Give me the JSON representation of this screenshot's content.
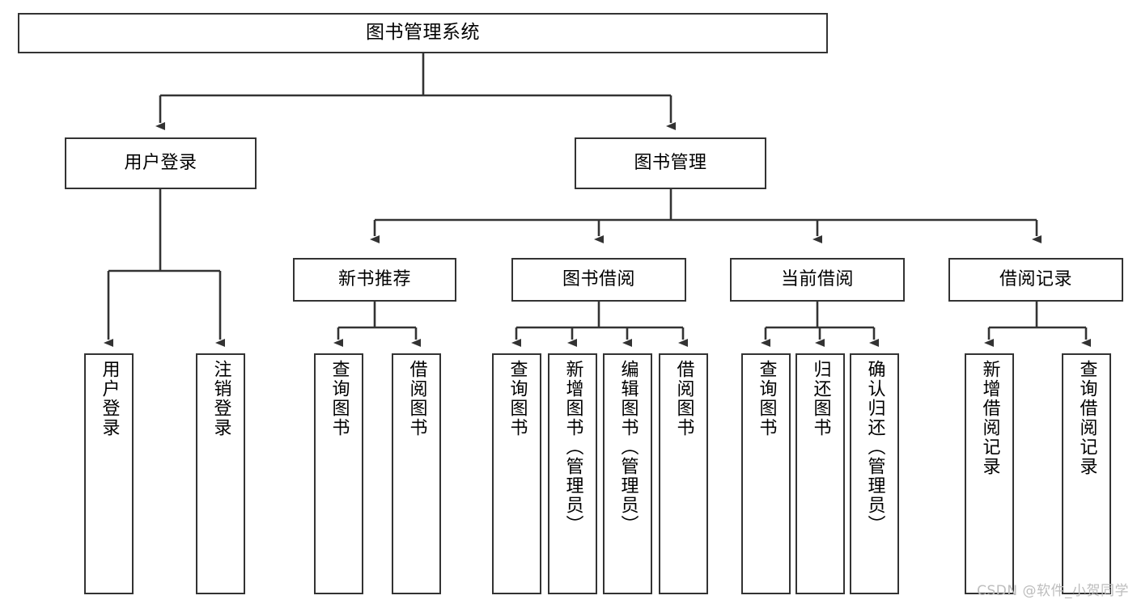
{
  "diagram": {
    "type": "tree-hierarchy",
    "title": "图书管理系统",
    "watermark": "CSDN @软件_小贺同学",
    "colors": {
      "background": "#ffffff",
      "box_border": "#333333",
      "box_fill": "#ffffff",
      "edge": "#333333",
      "text": "#000000",
      "watermark": "#bdbdbd"
    },
    "levels": [
      {
        "level": 1,
        "nodes": [
          {
            "id": "root",
            "label": "图书管理系统",
            "orientation": "horizontal"
          }
        ]
      },
      {
        "level": 2,
        "nodes": [
          {
            "id": "user-login",
            "label": "用户登录",
            "orientation": "horizontal",
            "parent": "root"
          },
          {
            "id": "book-management",
            "label": "图书管理",
            "orientation": "horizontal",
            "parent": "root"
          }
        ]
      },
      {
        "level": 3,
        "nodes": [
          {
            "id": "new-book-recommend",
            "label": "新书推荐",
            "orientation": "horizontal",
            "parent": "book-management"
          },
          {
            "id": "book-borrow",
            "label": "图书借阅",
            "orientation": "horizontal",
            "parent": "book-management"
          },
          {
            "id": "current-borrow",
            "label": "当前借阅",
            "orientation": "horizontal",
            "parent": "book-management"
          },
          {
            "id": "borrow-record",
            "label": "借阅记录",
            "orientation": "horizontal",
            "parent": "book-management"
          }
        ]
      },
      {
        "level": 4,
        "nodes": [
          {
            "id": "leaf-user-login",
            "label": "用户登录",
            "orientation": "vertical",
            "parent": "user-login"
          },
          {
            "id": "leaf-logout",
            "label": "注销登录",
            "orientation": "vertical",
            "parent": "user-login"
          },
          {
            "id": "leaf-query-book-1",
            "label": "查询图书",
            "orientation": "vertical",
            "parent": "new-book-recommend"
          },
          {
            "id": "leaf-borrow-book-1",
            "label": "借阅图书",
            "orientation": "vertical",
            "parent": "new-book-recommend"
          },
          {
            "id": "leaf-query-book-2",
            "label": "查询图书",
            "orientation": "vertical",
            "parent": "book-borrow"
          },
          {
            "id": "leaf-add-book",
            "label": "新增图书（管理员）",
            "orientation": "vertical",
            "parent": "book-borrow"
          },
          {
            "id": "leaf-edit-book",
            "label": "编辑图书（管理员）",
            "orientation": "vertical",
            "parent": "book-borrow"
          },
          {
            "id": "leaf-borrow-book-2",
            "label": "借阅图书",
            "orientation": "vertical",
            "parent": "book-borrow"
          },
          {
            "id": "leaf-query-book-3",
            "label": "查询图书",
            "orientation": "vertical",
            "parent": "current-borrow"
          },
          {
            "id": "leaf-return-book",
            "label": "归还图书",
            "orientation": "vertical",
            "parent": "current-borrow"
          },
          {
            "id": "leaf-confirm-return",
            "label": "确认归还（管理员）",
            "orientation": "vertical",
            "parent": "current-borrow"
          },
          {
            "id": "leaf-add-record",
            "label": "新增借阅记录",
            "orientation": "vertical",
            "parent": "borrow-record"
          },
          {
            "id": "leaf-query-record",
            "label": "查询借阅记录",
            "orientation": "vertical",
            "parent": "borrow-record"
          }
        ]
      }
    ]
  }
}
